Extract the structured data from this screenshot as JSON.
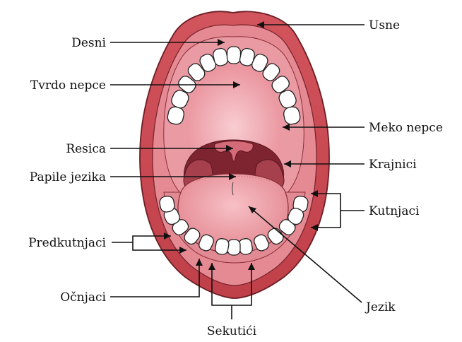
{
  "labels": {
    "usne": "Usne",
    "desni": "Desni",
    "tvrdo_nepce": "Tvrdo nepce",
    "meko_nepce": "Meko nepce",
    "resica": "Resica",
    "krajnici": "Krajnici",
    "papile_jezika": "Papile jezika",
    "kutnjaci": "Kutnjaci",
    "predkutnjaci": "Predkutnjaci",
    "ocnjaci": "Očnjaci",
    "jezik": "Jezik",
    "sekutici": "Sekutići"
  },
  "colors": {
    "lips_outer": "#c8474f",
    "lips_inner": "#e3808a",
    "gums": "#e79aa3",
    "palate": "#eda3ac",
    "palate_light": "#f6c4ca",
    "throat_dark": "#8a2a36",
    "tongue": "#f3a6ad",
    "tonsil": "#a8404c",
    "label_text": "#111111",
    "background": "#ffffff"
  }
}
